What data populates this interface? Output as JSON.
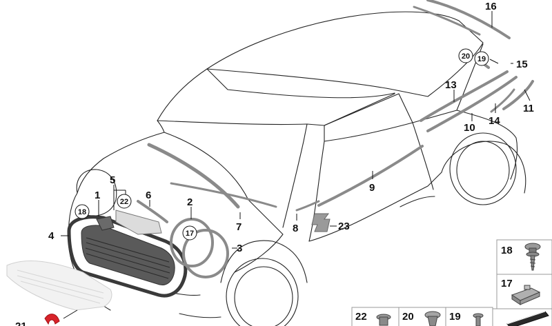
{
  "callouts": {
    "c1": "1",
    "c2": "2",
    "c3": "3",
    "c4": "4",
    "c5": "5",
    "c6": "6",
    "c7": "7",
    "c8": "8",
    "c9": "9",
    "c10": "10",
    "c11": "11",
    "c13": "13",
    "c14": "14",
    "c15": "15",
    "c16": "16",
    "c23": "23",
    "c21": "21"
  },
  "circled_callouts": {
    "c18": "18",
    "c22": "22",
    "c17": "17",
    "c20": "20",
    "c19": "19"
  },
  "legend": {
    "p18": "18",
    "p17": "17",
    "p22": "22",
    "p20": "20",
    "p19": "19"
  },
  "colors": {
    "trim_gray": "#8a8a8a",
    "grille_dark": "#3a3a3a",
    "accent_red": "#d8232a"
  }
}
